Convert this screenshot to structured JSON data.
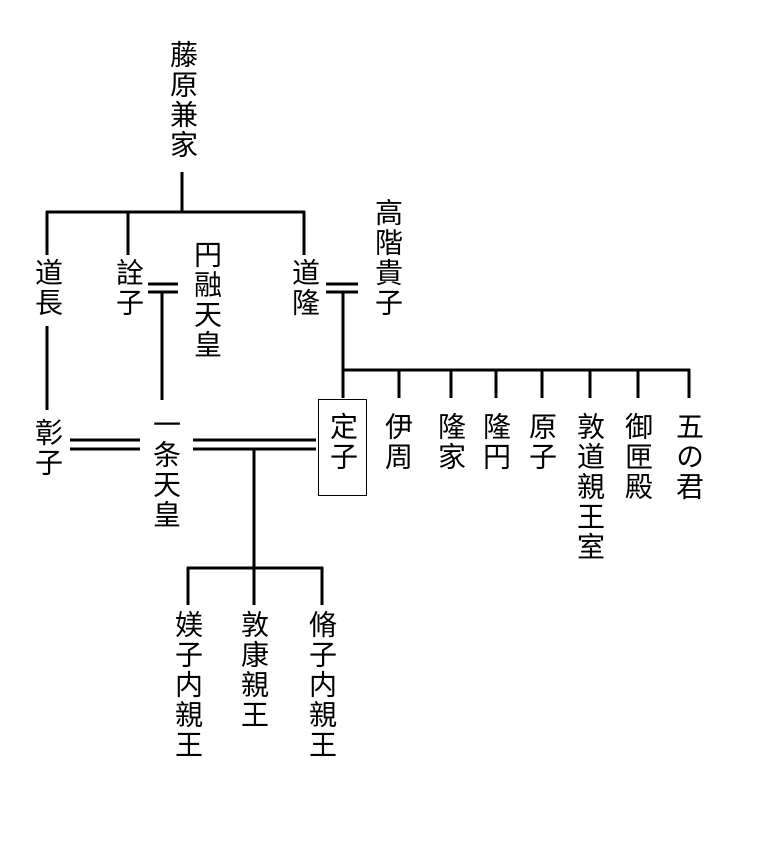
{
  "diagram": {
    "type": "family-tree",
    "people": {
      "kaneie": "藤原兼家",
      "michinaga": "道長",
      "senshi": "詮子",
      "en_yu": "円融天皇",
      "michitaka": "道隆",
      "takashina": "高階貴子",
      "shoshi": "彰子",
      "ichijo": "一条天皇",
      "teishi": "定子",
      "korechika": "伊周",
      "takaie": "隆家",
      "ryuen": "隆円",
      "genshi": "原子",
      "atsumichi_wife": "敦道親王室",
      "mikushigedono": "御匣殿",
      "gonokimi": "五の君",
      "bishi": "媄子内親王",
      "atsuyasu": "敦康親王",
      "shushi": "脩子内親王"
    }
  }
}
